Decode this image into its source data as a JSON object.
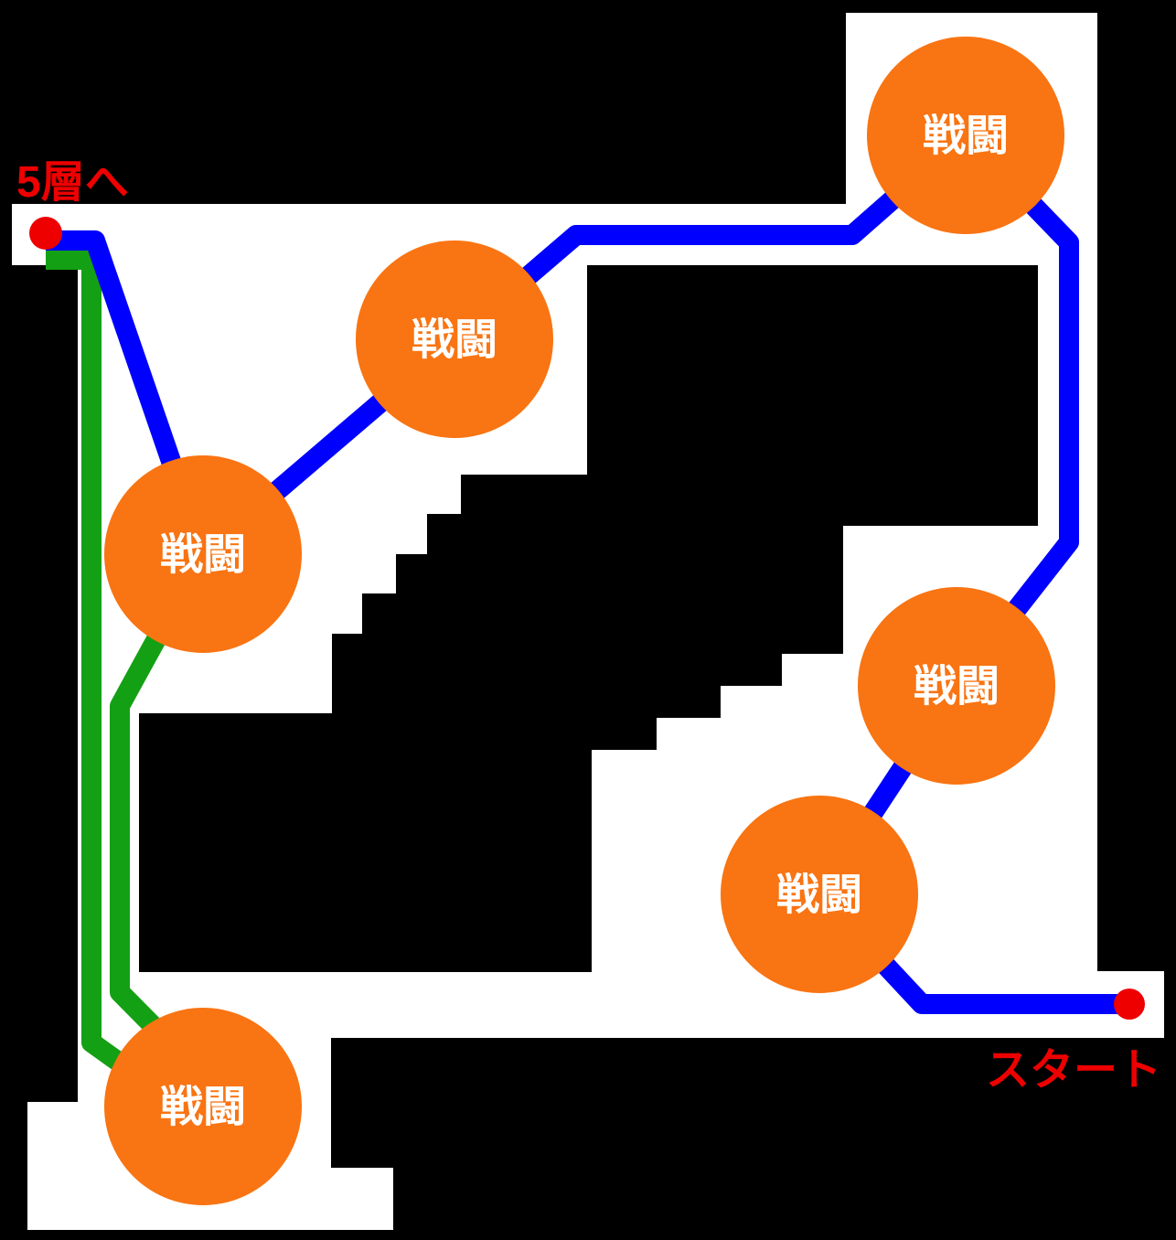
{
  "diagram": {
    "exit_label": "5層へ",
    "start_label": "スタート",
    "nodes": [
      {
        "id": "battle-top-right",
        "label": "戦闘"
      },
      {
        "id": "battle-upper-middle",
        "label": "戦闘"
      },
      {
        "id": "battle-middle-left",
        "label": "戦闘"
      },
      {
        "id": "battle-middle-right",
        "label": "戦闘"
      },
      {
        "id": "battle-lower-right",
        "label": "戦闘"
      },
      {
        "id": "battle-bottom-left",
        "label": "戦闘"
      }
    ],
    "colors": {
      "background": "#000000",
      "floor": "#FFFFFF",
      "route_main": "#0000FF",
      "route_alt": "#14A014",
      "node": "#F97412",
      "node_text": "#FFFFFF",
      "marker": "#EE0000"
    }
  }
}
